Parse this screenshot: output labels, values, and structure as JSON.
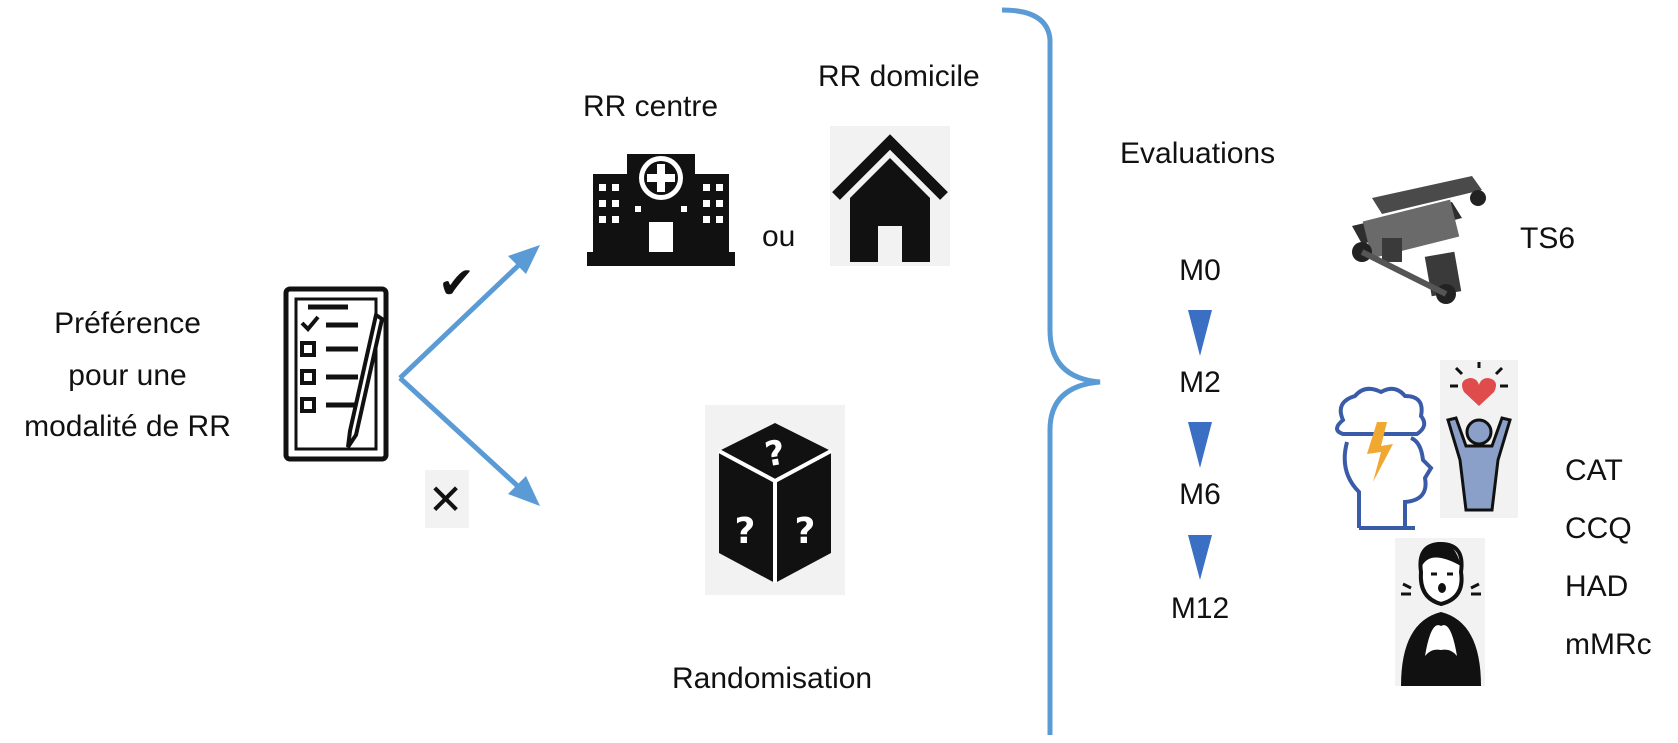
{
  "preference": {
    "lines": [
      "Préférence",
      "pour une",
      "modalité de RR"
    ]
  },
  "branch_yes": {
    "mark": "✔",
    "center_label": "RR centre",
    "home_label": "RR domicile",
    "connector": "ou"
  },
  "branch_no": {
    "mark": "✕",
    "label": "Randomisation"
  },
  "evaluations": {
    "title": "Evaluations",
    "timepoints": [
      "M0",
      "M2",
      "M6",
      "M12"
    ]
  },
  "tests": {
    "functional": "TS6",
    "questionnaires": [
      "CAT",
      "CCQ",
      "HAD",
      "mMRc"
    ]
  },
  "colors": {
    "arrow": "#5b9bd5",
    "timeline_triangle": "#3a6fc4",
    "heart": "#e04b4b",
    "bolt": "#f0a830",
    "person_blue": "#8aa0c8"
  }
}
